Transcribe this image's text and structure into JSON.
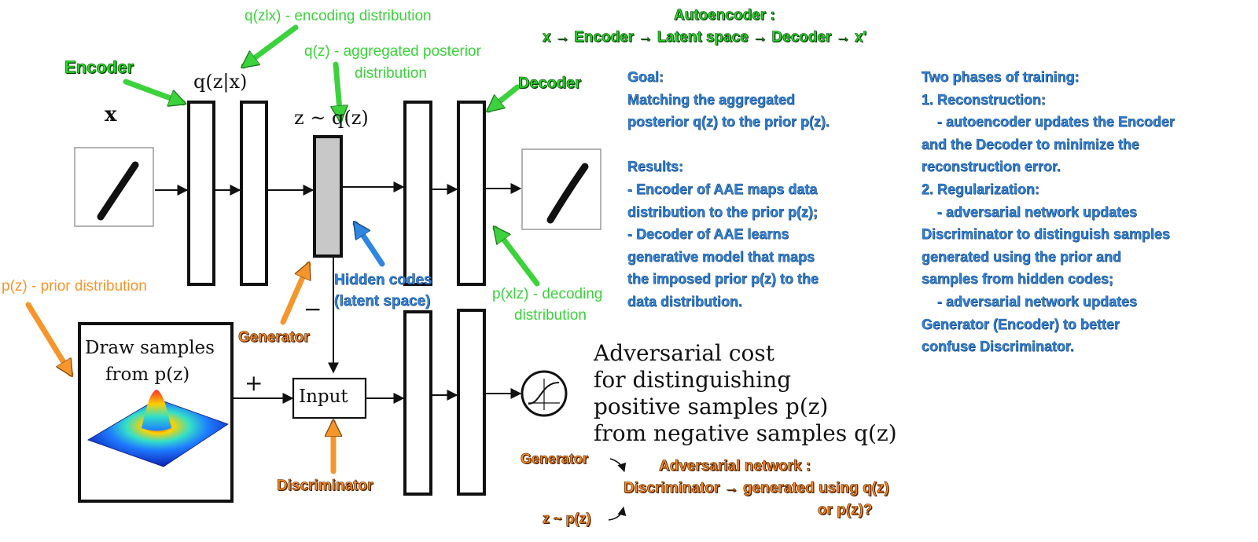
{
  "colors": {
    "green": "#3cd23c",
    "orange": "#f5962d",
    "blue": "#2e86e0",
    "latent_fill": "#c8c8c8",
    "ink": "#111111"
  },
  "top": {
    "title": "Autoencoder :",
    "pipeline": "x → Encoder → Latent space → Decoder → x'"
  },
  "annotations": {
    "encoding_dist": "q(zlx) - encoding distribution",
    "aggregated_1": "q(z) - aggregated posterior",
    "aggregated_2": "distribution",
    "encoder": "Encoder",
    "decoder": "Decoder",
    "prior_dist": "p(z) - prior distribution",
    "hidden_1": "Hidden codes",
    "hidden_2": "(latent space)",
    "decoding_1": "p(xlz) - decoding",
    "decoding_2": "distribution",
    "generator": "Generator",
    "discriminator": "Discriminator"
  },
  "math": {
    "x": "x",
    "qzx": "q(z|x)",
    "zqz": "z ~ q(z)",
    "draw_1": "Draw samples",
    "draw_2": "from p(z)",
    "plus": "+",
    "minus": "−",
    "input": "Input",
    "adv_1": "Adversarial cost",
    "adv_2": "for distinguishing",
    "adv_3": "positive samples p(z)",
    "adv_4": "from negative samples q(z)"
  },
  "goal": {
    "lines": [
      "Goal:",
      "Matching the aggregated",
      "posterior q(z) to the prior p(z).",
      "",
      "Results:",
      "- Encoder of AAE maps data",
      "distribution to the prior p(z);",
      "- Decoder of AAE learns",
      "generative model that maps",
      "the imposed prior p(z) to the",
      "data distribution."
    ]
  },
  "training": {
    "lines": [
      "Two phases of training:",
      "1. Reconstruction:",
      "    - autoencoder updates the Encoder",
      "and the Decoder to minimize the",
      "reconstruction error.",
      "2. Regularization:",
      "    - adversarial network updates",
      "Discriminator to distinguish samples",
      "generated using the prior and",
      "samples from hidden codes;",
      "    - adversarial network updates",
      "Generator (Encoder) to better",
      "confuse Discriminator."
    ]
  },
  "adversarial_network": {
    "generator": "Generator",
    "title": "Adversarial network :",
    "line": "Discriminator → generated using q(z)",
    "line2": "or p(z)?",
    "zp": "z ~ p(z)"
  }
}
